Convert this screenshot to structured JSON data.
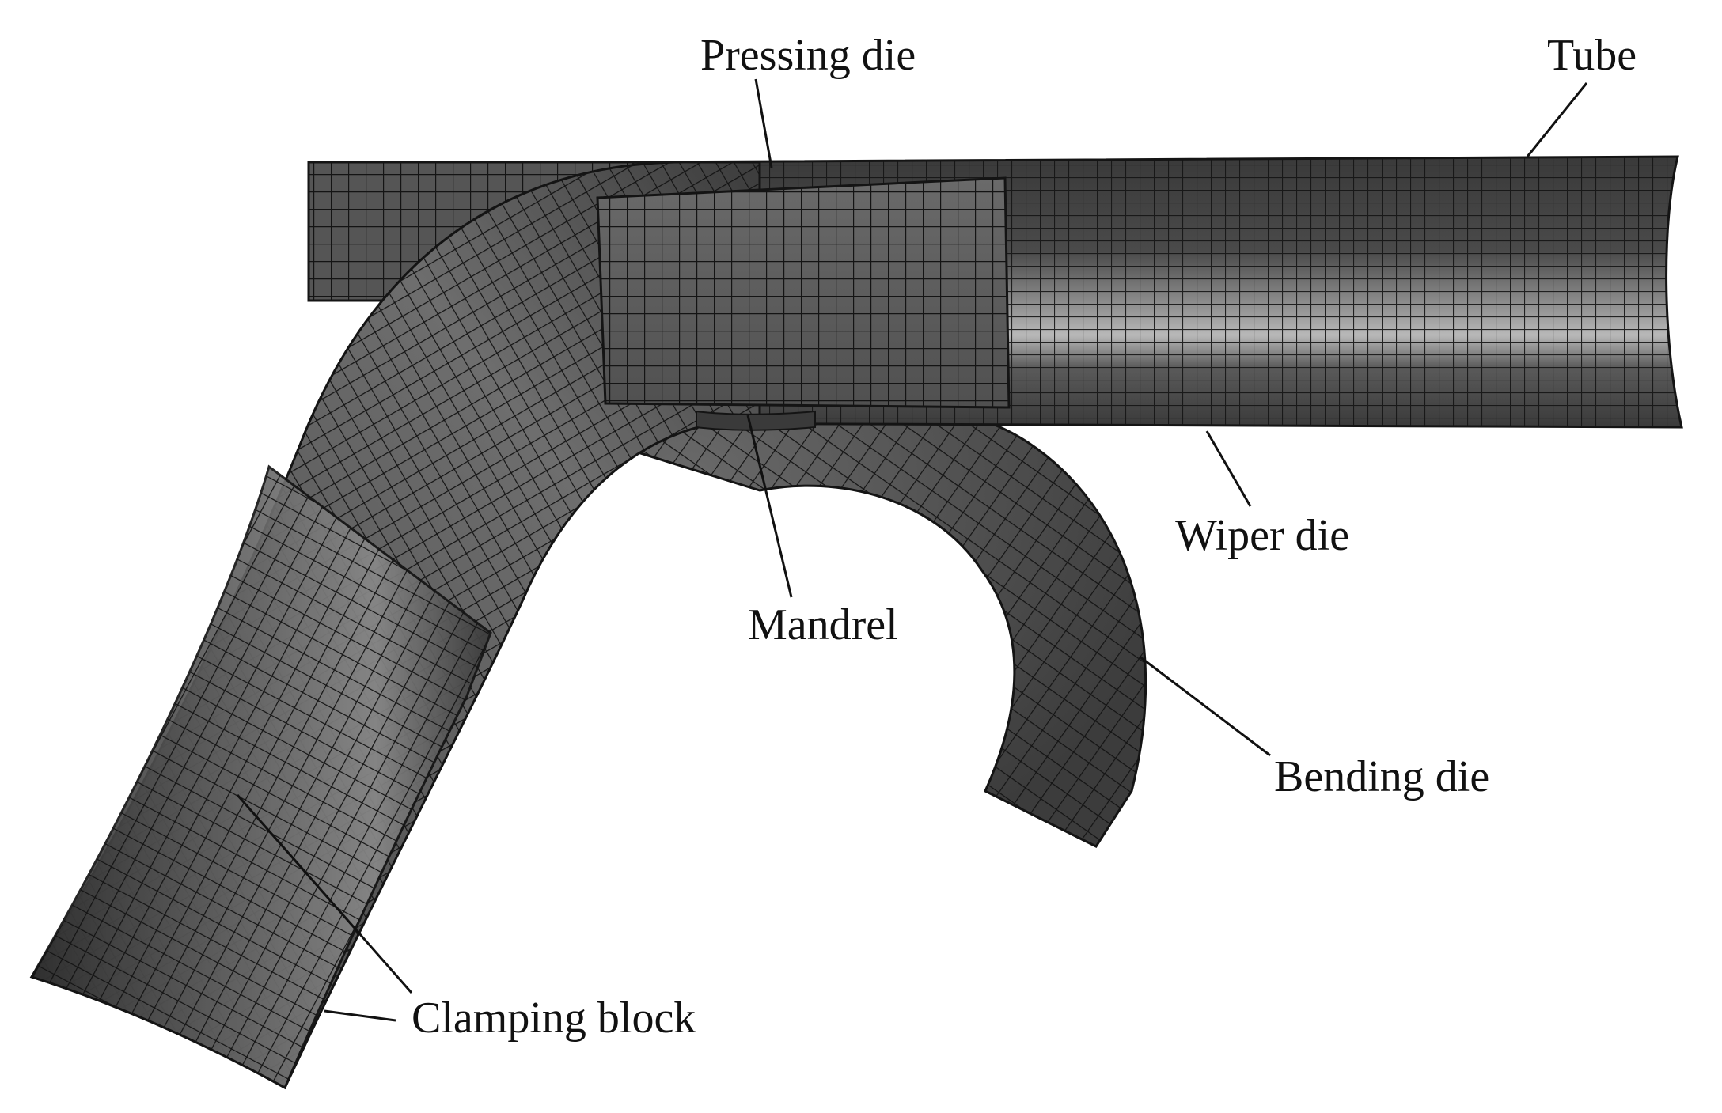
{
  "diagram": {
    "labels": {
      "tube": "Tube",
      "pressing_die": "Pressing die",
      "wiper_die": "Wiper die",
      "mandrel": "Mandrel",
      "bending_die": "Bending die",
      "clamping_block": "Clamping block"
    },
    "colors": {
      "mesh_line": "#141414",
      "surface_dark": "#3c3c3c",
      "surface_mid": "#5a5a5a",
      "surface_light": "#8a8a8a",
      "highlight": "#b8b8b8",
      "background": "#ffffff",
      "text": "#111111"
    }
  }
}
